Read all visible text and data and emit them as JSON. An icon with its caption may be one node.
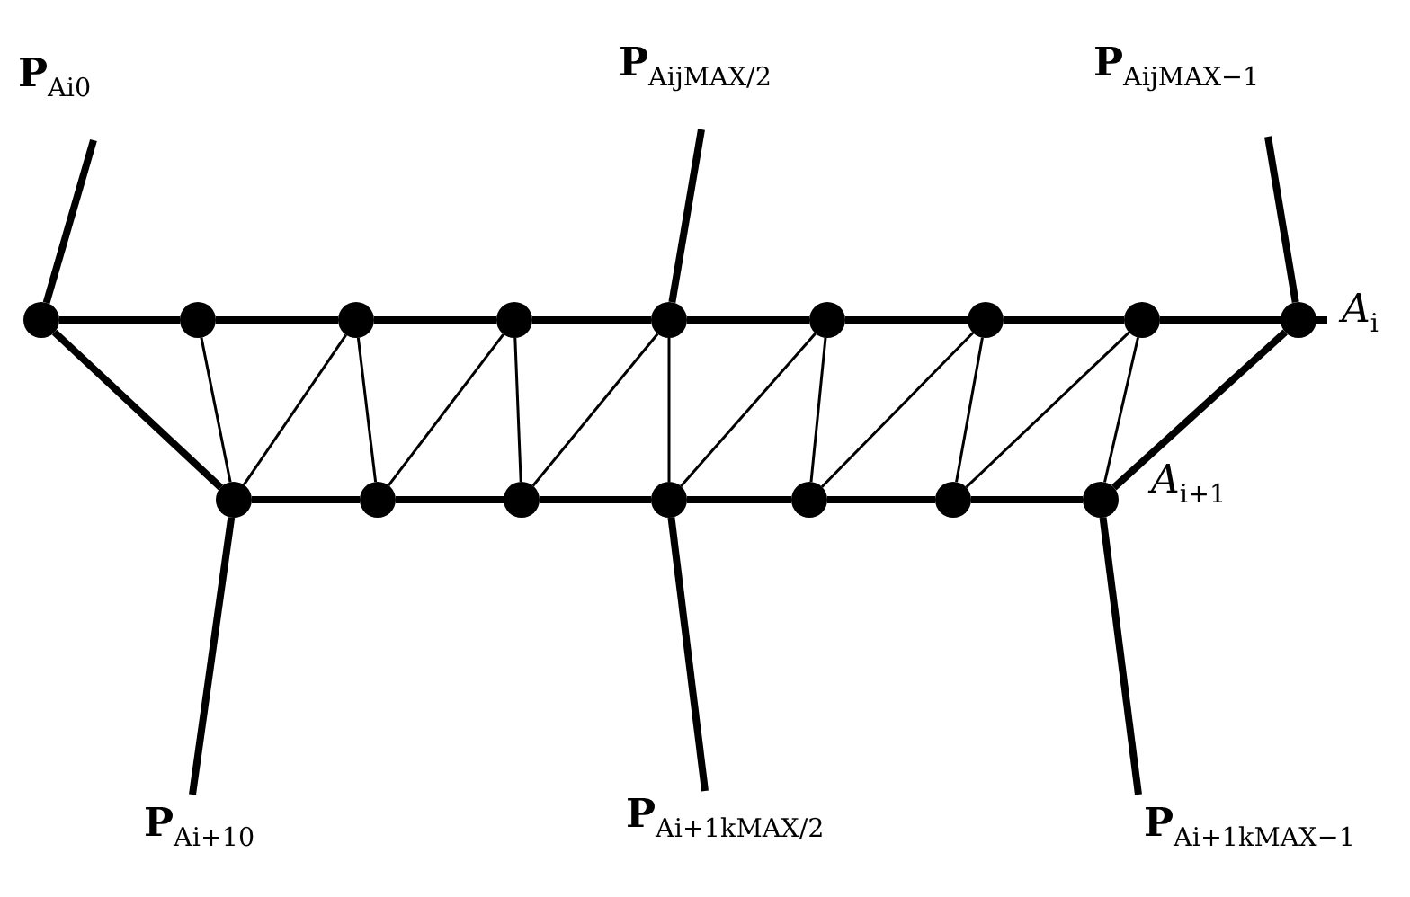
{
  "diagram": {
    "nodes": [
      {
        "text": [
          "**P**$_{A}$$_{i}$$_{0}$"
        ]
      },
      {
        "text": [
          "**P**$_{A}$$_{i}$$_{jMAX/2}$"
        ]
      },
      {
        "text": [
          "**P**$_{A}$$_{i}$$_{jMAX−1}$"
        ]
      },
      {
        "text": [],
        "shape": "circle"
      },
      {
        "text": [],
        "shape": "circle"
      },
      {
        "text": [],
        "shape": "circle"
      },
      {
        "text": [],
        "shape": "circle"
      },
      {
        "text": [],
        "shape": "circle"
      },
      {
        "text": [],
        "shape": "circle"
      },
      {
        "text": [],
        "shape": "circle"
      },
      {
        "text": [],
        "shape": "circle"
      },
      {
        "text": [],
        "shape": "circle"
      },
      {
        "text": [],
        "shape": "circle"
      },
      {
        "text": [],
        "shape": "circle"
      },
      {
        "text": [],
        "shape": "circle"
      },
      {
        "text": [],
        "shape": "circle"
      },
      {
        "text": [],
        "shape": "circle"
      },
      {
        "text": [],
        "shape": "circle"
      },
      {
        "text": [],
        "shape": "circle"
      },
      {
        "text": [
          "**P**$_{A}$$_{i+1}$$_{0}$"
        ]
      },
      {
        "text": [
          "**P**$_{A}$$_{i+1}$$_{kMAX/2}$"
        ]
      },
      {
        "text": [
          "**P**$_{A}$$_{i+1}$$_{kMAX−1}$"
        ]
      }
    ],
    "edges": [
      {
        "from": 3,
        "to": 4,
        "arrow": "none"
      },
      {
        "from": 4,
        "to": 5,
        "arrow": "none"
      },
      {
        "from": 5,
        "to": 6,
        "arrow": "none"
      },
      {
        "from": 6,
        "to": 7,
        "arrow": "none"
      },
      {
        "from": 7,
        "to": 8,
        "arrow": "none"
      },
      {
        "from": 8,
        "to": 9,
        "arrow": "none"
      },
      {
        "from": 9,
        "to": 10,
        "arrow": "none"
      },
      {
        "from": 10,
        "to": 11,
        "arrow": "none"
      },
      {
        "from": 12,
        "to": 13,
        "arrow": "none"
      },
      {
        "from": 13,
        "to": 14,
        "arrow": "none"
      },
      {
        "from": 14,
        "to": 15,
        "arrow": "none"
      },
      {
        "from": 15,
        "to": 16,
        "arrow": "none"
      },
      {
        "from": 16,
        "to": 17,
        "arrow": "none"
      },
      {
        "from": 17,
        "to": 18,
        "arrow": "none"
      },
      {
        "from": 3,
        "to": 12,
        "arrow": "none"
      },
      {
        "from": 4,
        "to": 12,
        "arrow": "none"
      },
      {
        "from": 5,
        "to": 12,
        "arrow": "none"
      },
      {
        "from": 5,
        "to": 13,
        "arrow": "none"
      },
      {
        "from": 6,
        "to": 13,
        "arrow": "none"
      },
      {
        "from": 6,
        "to": 14,
        "arrow": "none"
      },
      {
        "from": 7,
        "to": 14,
        "arrow": "none"
      },
      {
        "from": 7,
        "to": 15,
        "arrow": "none"
      },
      {
        "from": 8,
        "to": 15,
        "arrow": "none"
      },
      {
        "from": 8,
        "to": 16,
        "arrow": "none"
      },
      {
        "from": 9,
        "to": 16,
        "arrow": "none"
      },
      {
        "from": 9,
        "to": 17,
        "arrow": "none"
      },
      {
        "from": 10,
        "to": 17,
        "arrow": "none"
      },
      {
        "from": 10,
        "to": 18,
        "arrow": "none"
      },
      {
        "from": 11,
        "to": 18,
        "arrow": "none"
      },
      {
        "from": 0,
        "to": 3,
        "arrow": "none"
      },
      {
        "from": 1,
        "to": 7,
        "arrow": "none"
      },
      {
        "from": 2,
        "to": 11,
        "arrow": "none"
      },
      {
        "from": 19,
        "to": 12,
        "arrow": "none"
      },
      {
        "from": 20,
        "to": 15,
        "arrow": "none"
      },
      {
        "from": 21,
        "to": 18,
        "arrow": "none"
      }
    ],
    "labels": [
      "*A*$_{i}$",
      "*A*$_{i+1}$"
    ]
  }
}
